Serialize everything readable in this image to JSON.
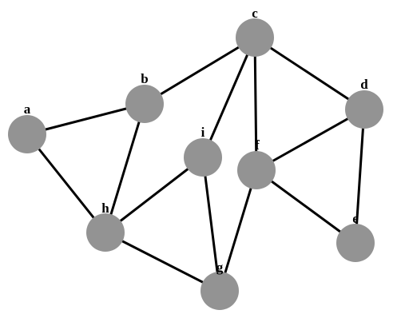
{
  "graph": {
    "nodes": [
      {
        "id": "a",
        "label": "a"
      },
      {
        "id": "b",
        "label": "b"
      },
      {
        "id": "c",
        "label": "c"
      },
      {
        "id": "d",
        "label": "d"
      },
      {
        "id": "e",
        "label": "e"
      },
      {
        "id": "f",
        "label": "f"
      },
      {
        "id": "g",
        "label": "g"
      },
      {
        "id": "h",
        "label": "h"
      },
      {
        "id": "i",
        "label": "i"
      }
    ],
    "edges": [
      [
        "a",
        "b"
      ],
      [
        "a",
        "h"
      ],
      [
        "b",
        "c"
      ],
      [
        "b",
        "h"
      ],
      [
        "c",
        "i"
      ],
      [
        "c",
        "f"
      ],
      [
        "c",
        "d"
      ],
      [
        "d",
        "f"
      ],
      [
        "d",
        "e"
      ],
      [
        "f",
        "e"
      ],
      [
        "f",
        "g"
      ],
      [
        "i",
        "h"
      ],
      [
        "i",
        "g"
      ],
      [
        "h",
        "g"
      ]
    ],
    "colors": {
      "node_fill": "#939393",
      "edge": "#000000",
      "label": "#000000"
    }
  }
}
